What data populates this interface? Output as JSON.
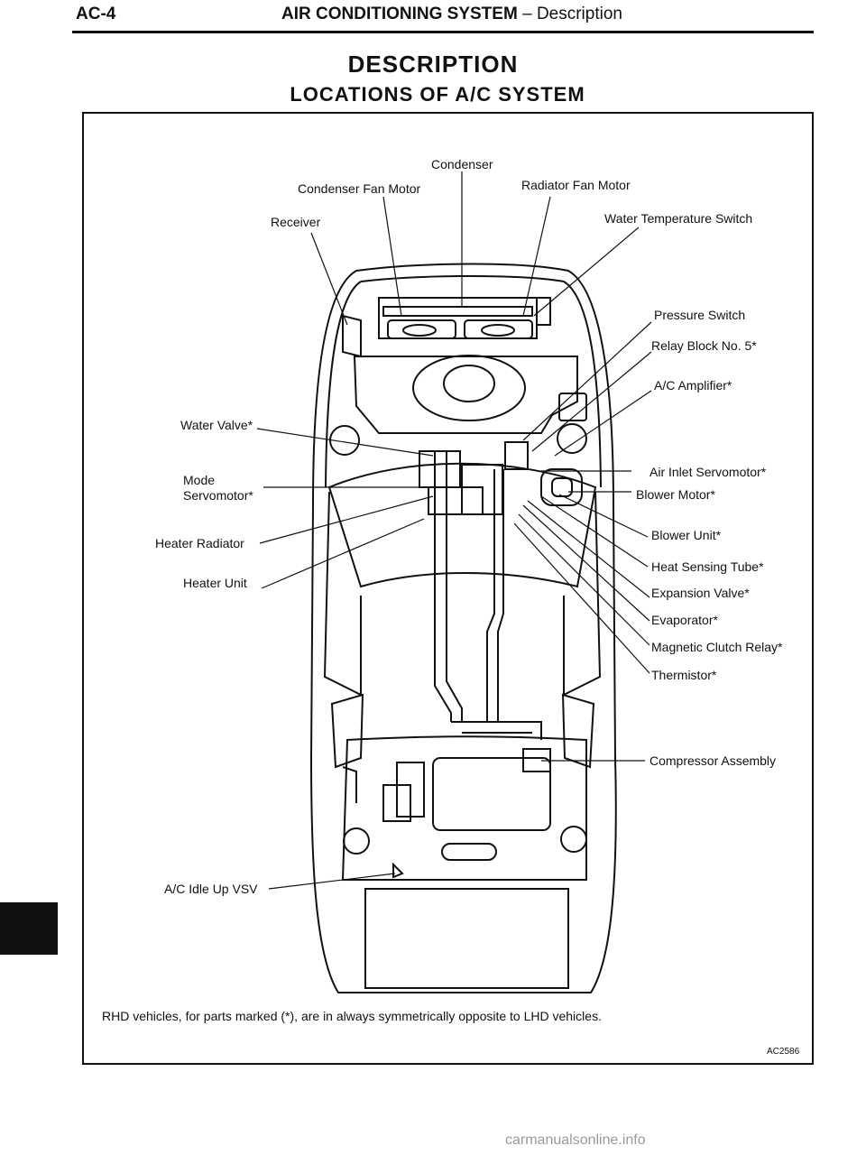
{
  "header": {
    "page_code": "AC-4",
    "section": "AIR CONDITIONING SYSTEM",
    "subsection": "Description",
    "separator": "–"
  },
  "title": "DESCRIPTION",
  "subtitle": "LOCATIONS OF A/C SYSTEM",
  "labels": {
    "condenser": "Condenser",
    "condenser_fan_motor": "Condenser Fan Motor",
    "radiator_fan_motor": "Radiator Fan Motor",
    "receiver": "Receiver",
    "water_temperature_switch": "Water Temperature Switch",
    "pressure_switch": "Pressure Switch",
    "relay_block": "Relay Block No. 5*",
    "ac_amplifier": "A/C Amplifier*",
    "water_valve": "Water Valve*",
    "mode_servomotor_line1": "Mode",
    "mode_servomotor_line2": "Servomotor*",
    "air_inlet_servomotor": "Air Inlet Servomotor*",
    "blower_motor": "Blower Motor*",
    "heater_radiator": "Heater Radiator",
    "blower_unit": "Blower Unit*",
    "heat_sensing_tube": "Heat Sensing Tube*",
    "heater_unit": "Heater Unit",
    "expansion_valve": "Expansion Valve*",
    "evaporator": "Evaporator*",
    "magnetic_clutch_relay": "Magnetic Clutch Relay*",
    "thermistor": "Thermistor*",
    "compressor_assembly": "Compressor Assembly",
    "ac_idle_up_vsv": "A/C Idle Up VSV"
  },
  "footnote": "RHD vehicles, for parts marked (*), are in always symmetrically opposite to LHD vehicles.",
  "figure_code": "AC2586",
  "watermark": "carmanualsonline.info"
}
